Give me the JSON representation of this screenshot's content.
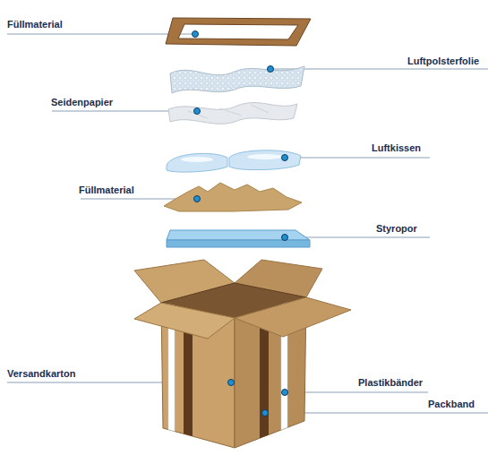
{
  "diagram": {
    "labels": [
      "Füllmaterial",
      "Luftpolsterfolie",
      "Seidenpapier",
      "Luftkissen",
      "Füllmaterial",
      "Styropor",
      "Versandkarton",
      "Plastikbänder",
      "Packband"
    ]
  }
}
